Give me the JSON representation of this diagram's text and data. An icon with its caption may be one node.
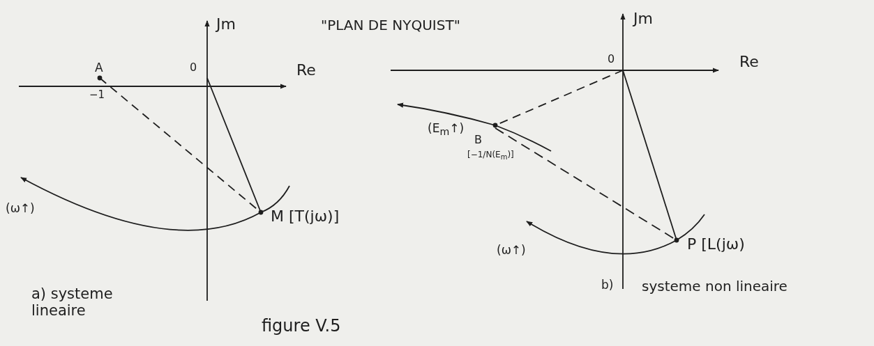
{
  "diagram": {
    "title": "\"PLAN DE NYQUIST\"",
    "caption": "figure V.5",
    "labels": [
      "Jm",
      "A",
      "0",
      "Re",
      "−1",
      "(ω↑)",
      "M [T(jω)]",
      "a) systeme lineaire",
      "Jm",
      "0",
      "Re",
      "(E$_{m}$↑)",
      "B",
      "[−1/N(E$_{m}$)]",
      "(ω↑)",
      "P [L(jω)",
      "b)",
      "systeme non lineaire"
    ]
  }
}
